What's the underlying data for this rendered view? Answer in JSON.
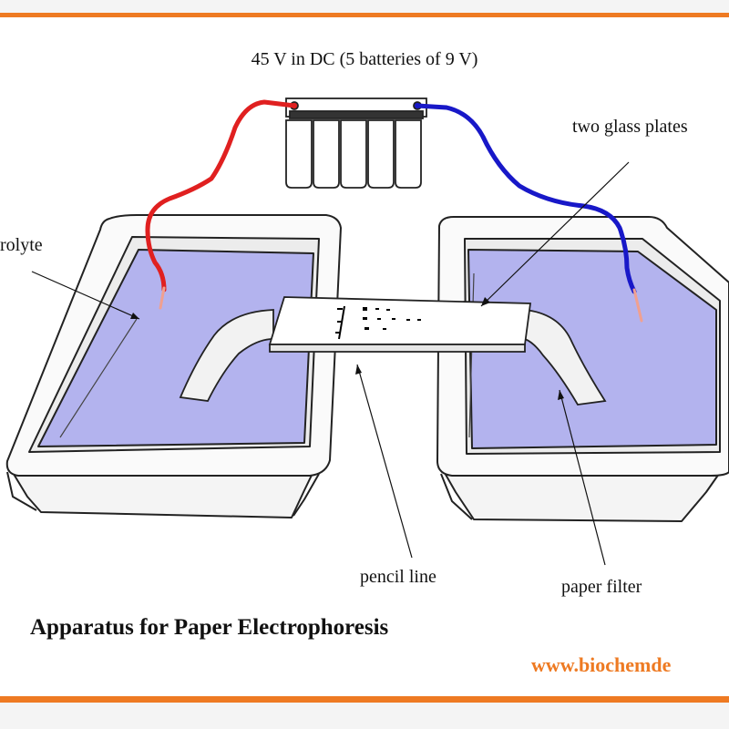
{
  "labels": {
    "power_supply": "45 V in DC (5 batteries of 9 V)",
    "glass_plates": "two glass plates",
    "electrolyte": "rolyte",
    "pencil_line": "pencil line",
    "paper_filter": "paper filter",
    "title": "Apparatus for Paper Electrophoresis",
    "website": "www.biochemde"
  },
  "colors": {
    "frame_border": "#ee7a22",
    "website": "#ee7a22",
    "electrolyte": "#b3b3ee",
    "positive_wire": "#e02020",
    "negative_wire": "#1818c8",
    "outline": "#222222"
  },
  "battery": {
    "cell_count": 5
  }
}
